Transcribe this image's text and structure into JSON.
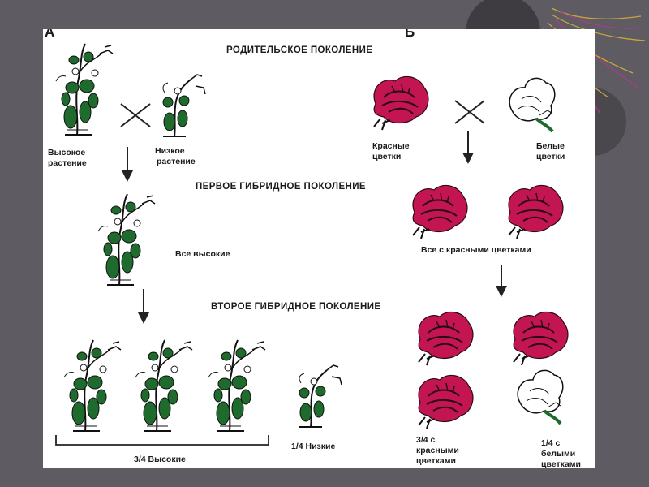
{
  "panel_a_letter": "A",
  "panel_b_letter": "Б",
  "headings": {
    "parent": "РОДИТЕЛЬСКОЕ ПОКОЛЕНИЕ",
    "first": "ПЕРВОЕ ГИБРИДНОЕ ПОКОЛЕНИЕ",
    "second": "ВТОРОЕ ГИБРИДНОЕ ПОКОЛЕНИЕ"
  },
  "labels": {
    "tall_line1": "Высокое",
    "tall_line2": "растение",
    "short_line1": "Низкое",
    "short_line2": "растение",
    "red_line1": "Красные",
    "red_line2": "цветки",
    "white_line1": "Белые",
    "white_line2": "цветки",
    "all_tall": "Все высокие",
    "all_red": "Все с красными цветками",
    "three_quarters_tall": "3/4 Высокие",
    "one_quarter_short": "1/4 Низкие",
    "red_f2_line1": "3/4 с",
    "red_f2_line2": "красными",
    "red_f2_line3": "цветками",
    "white_f2_line1": "1/4 с",
    "white_f2_line2": "белыми",
    "white_f2_line3": "цветками"
  },
  "colors": {
    "background": "#5e5c62",
    "slide": "#ffffff",
    "leaf_green": "#1f6b2e",
    "flower_red": "#c21552",
    "ink": "#1a1a1a"
  }
}
